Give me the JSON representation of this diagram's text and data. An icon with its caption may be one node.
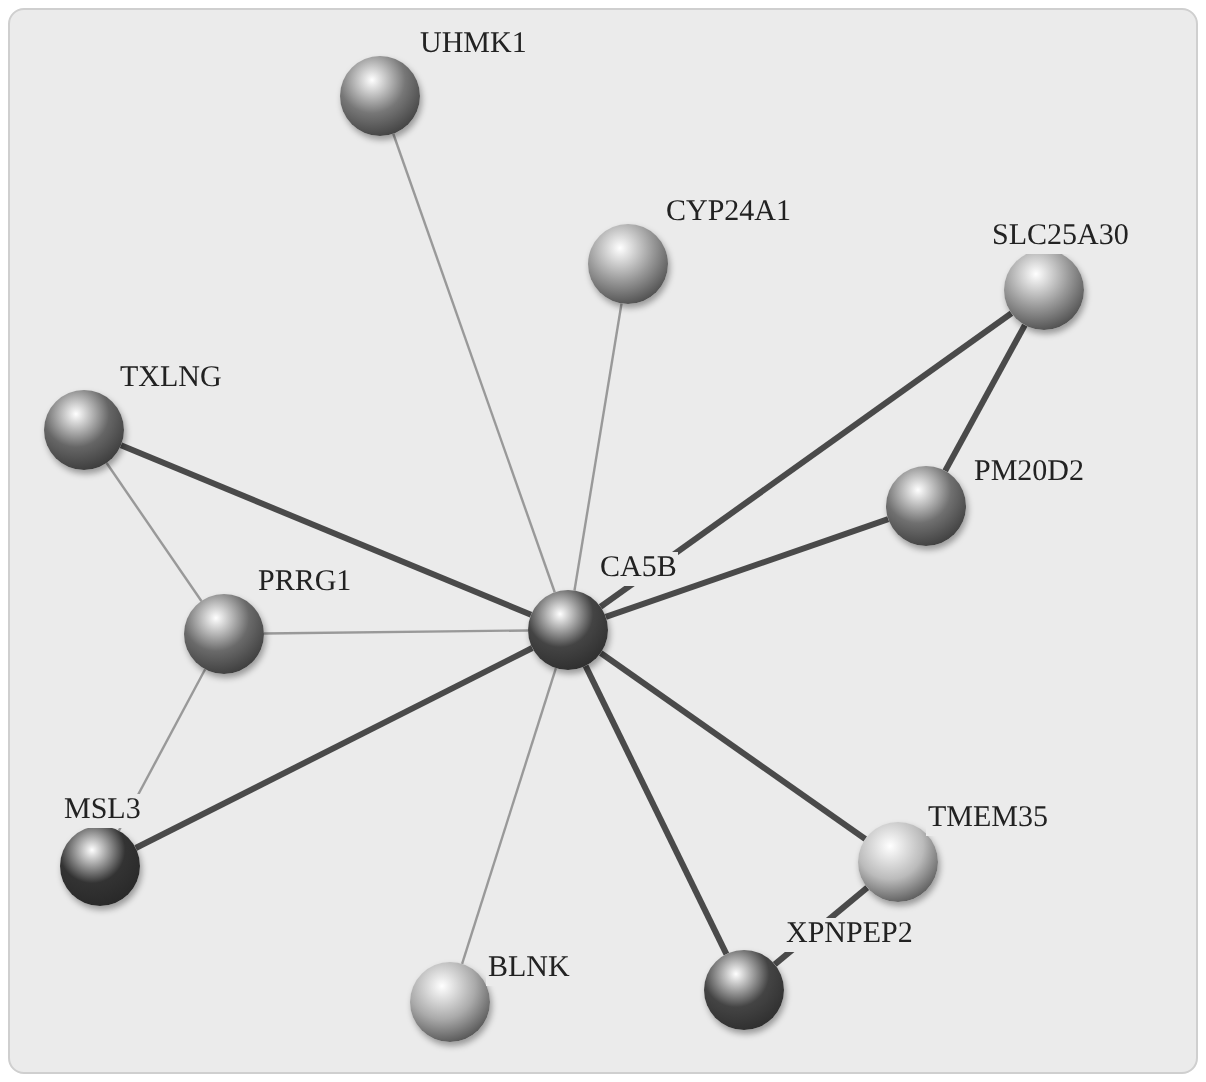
{
  "diagram": {
    "nodes": [
      {
        "text": [],
        "shape": "circle",
        "beside": [
          "UHMK1"
        ]
      },
      {
        "text": [],
        "shape": "circle",
        "beside": [
          "CYP24A1"
        ]
      },
      {
        "text": [],
        "shape": "circle",
        "beside": [
          "SLC25A30"
        ]
      },
      {
        "text": [],
        "shape": "circle",
        "beside": [
          "TXLNG"
        ]
      },
      {
        "text": [],
        "shape": "circle",
        "beside": [
          "PM20D2"
        ]
      },
      {
        "text": [],
        "shape": "circle",
        "beside": [
          "PRRG1"
        ]
      },
      {
        "text": [],
        "shape": "circle",
        "beside": [
          "CA5B"
        ]
      },
      {
        "text": [],
        "shape": "circle",
        "beside": [
          "MSL3"
        ]
      },
      {
        "text": [],
        "shape": "circle",
        "beside": [
          "TMEM35"
        ]
      },
      {
        "text": [],
        "shape": "circle",
        "beside": [
          "XPNPEP2"
        ]
      },
      {
        "text": [],
        "shape": "circle",
        "beside": [
          "BLNK"
        ]
      }
    ],
    "edges": [
      {
        "from": 6,
        "to": 0,
        "arrow": "none",
        "color": "#999999"
      },
      {
        "from": 6,
        "to": 1,
        "arrow": "none",
        "color": "#999999"
      },
      {
        "from": 6,
        "to": 2,
        "arrow": "none"
      },
      {
        "from": 6,
        "to": 3,
        "arrow": "none"
      },
      {
        "from": 6,
        "to": 4,
        "arrow": "none"
      },
      {
        "from": 6,
        "to": 5,
        "arrow": "none",
        "color": "#999999"
      },
      {
        "from": 6,
        "to": 7,
        "arrow": "none"
      },
      {
        "from": 6,
        "to": 8,
        "arrow": "none"
      },
      {
        "from": 6,
        "to": 9,
        "arrow": "none"
      },
      {
        "from": 6,
        "to": 10,
        "arrow": "none",
        "color": "#999999"
      },
      {
        "from": 2,
        "to": 4,
        "arrow": "none"
      },
      {
        "from": 3,
        "to": 5,
        "arrow": "none",
        "color": "#999999"
      },
      {
        "from": 5,
        "to": 7,
        "arrow": "none",
        "color": "#999999"
      },
      {
        "from": 8,
        "to": 9,
        "arrow": "none"
      }
    ]
  }
}
